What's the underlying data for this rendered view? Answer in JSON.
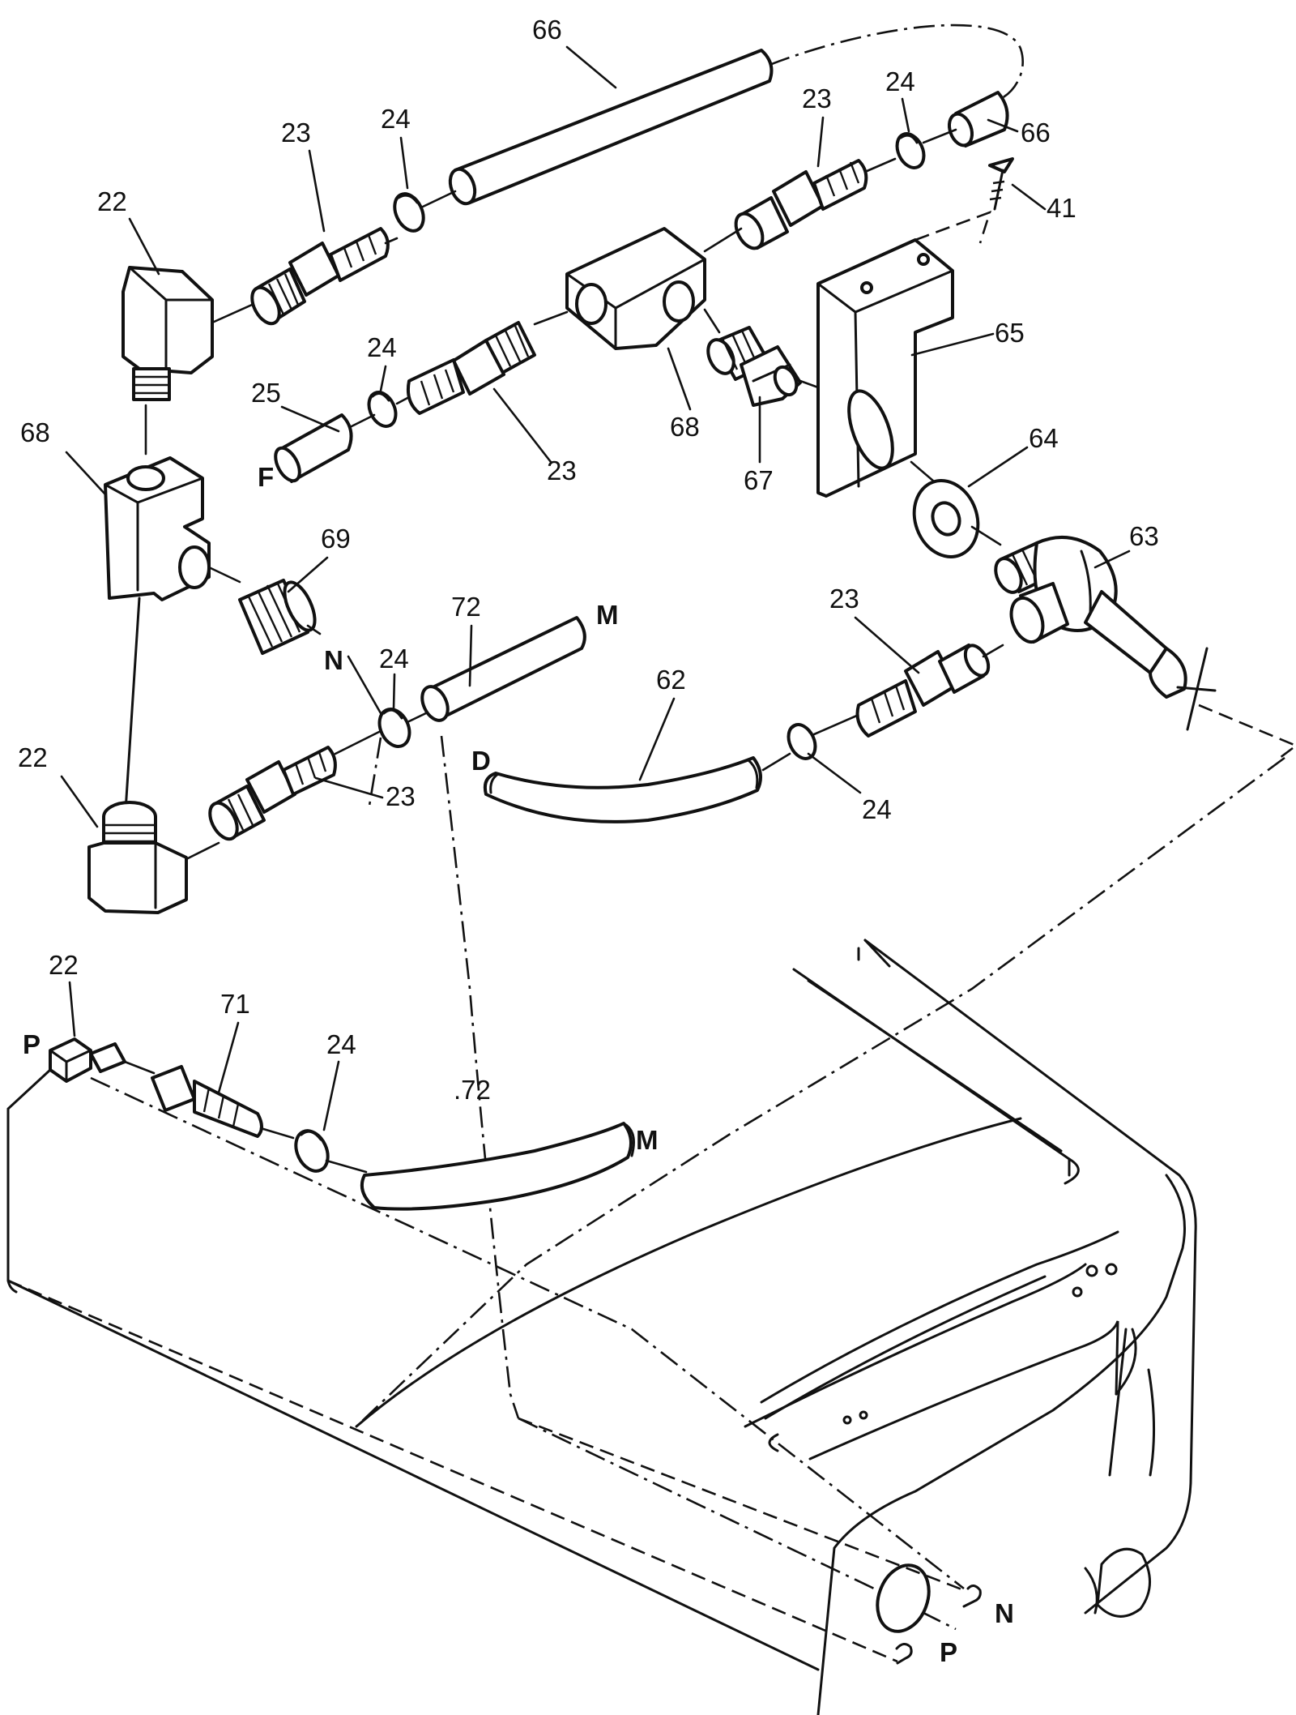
{
  "labels": {
    "l66a": "66",
    "l66b": "66",
    "l23a": "23",
    "l24a": "24",
    "l23b": "23",
    "l24b": "24",
    "l41": "41",
    "l22a": "22",
    "l24c": "24",
    "l25": "25",
    "lF": "F",
    "l23c": "23",
    "l68a": "68",
    "l67": "67",
    "l65": "65",
    "l64": "64",
    "l68b": "68",
    "l69": "69",
    "l72a": "72",
    "lMa": "M",
    "lN": "N",
    "l24d": "24",
    "l63": "63",
    "l23d": "23",
    "l62": "62",
    "lD": "D",
    "l22b": "22",
    "l23e": "23",
    "l24e": "24",
    "l22c": "22",
    "lPa": "P",
    "l71": "71",
    "l24f": "24",
    "l72b": ".72",
    "lMb": "M",
    "lNb": "N",
    "lPb": "P"
  }
}
